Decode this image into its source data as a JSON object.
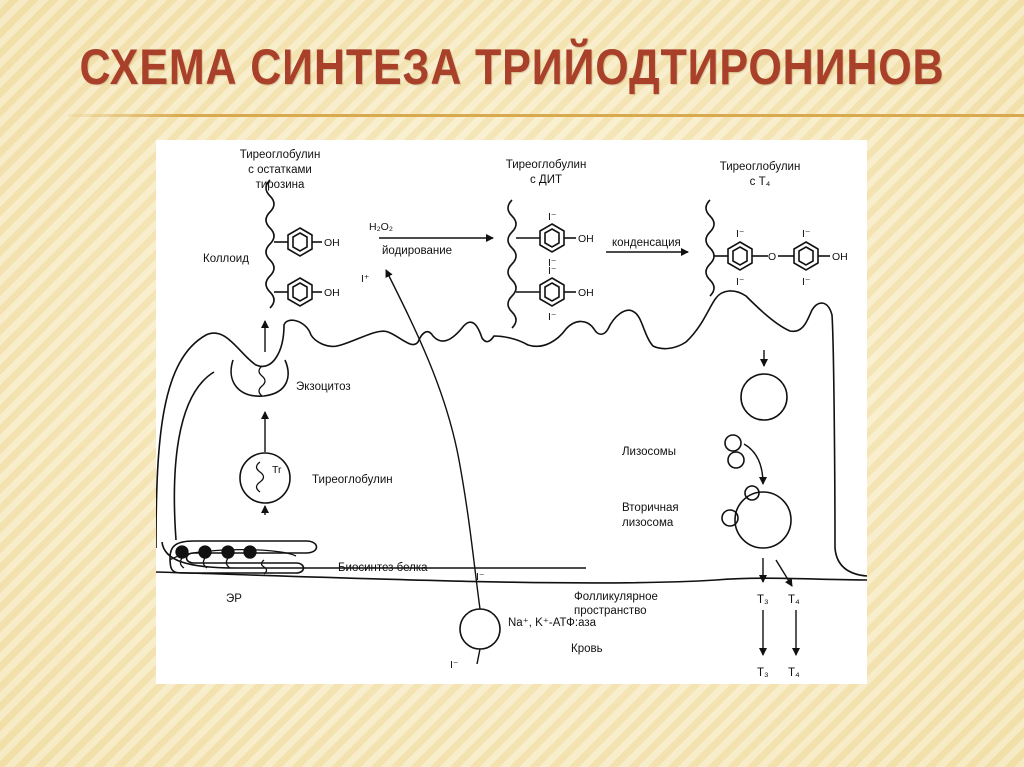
{
  "slide": {
    "title": "СХЕМА СИНТЕЗА ТРИЙОДТИРОНИНОВ"
  },
  "labels": {
    "tg_tyr_1": "Тиреоглобулин",
    "tg_tyr_2": "с остатками",
    "tg_tyr_3": "тирозина",
    "tg_dit_1": "Тиреоглобулин",
    "tg_dit_2": "с ДИТ",
    "tg_t4_1": "Тиреоглобулин",
    "tg_t4_2": "с Т₄",
    "colloid": "Коллоид",
    "h2o2": "H₂O₂",
    "iplus": "I⁺",
    "iodination": "йодирование",
    "condensation": "конденсация",
    "oh": "OH",
    "o": "O",
    "iodine": "I⁻",
    "exocytosis": "Экзоцитоз",
    "tr": "Tr",
    "thyroglobulin": "Тиреоглобулин",
    "protein_biosynthesis": "Биосинтез белка",
    "er": "ЭР",
    "lysosomes": "Лизосомы",
    "secondary_lysosome_1": "Вторичная",
    "secondary_lysosome_2": "лизосома",
    "follicular_space_1": "Фолликулярное",
    "follicular_space_2": "пространство",
    "pump": "Na⁺, K⁺-АТФ:аза",
    "blood": "Кровь",
    "t3": "T₃",
    "t4": "T₄"
  }
}
